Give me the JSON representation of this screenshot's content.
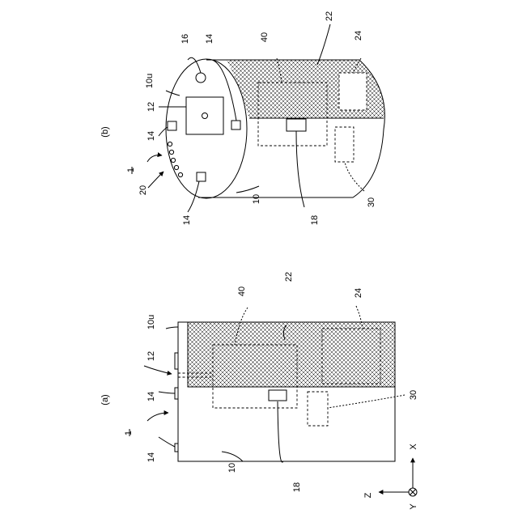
{
  "figure_a": {
    "panel_label": "(a)",
    "ref_1": "1",
    "ref_10": "10",
    "ref_10u": "10u",
    "ref_12": "12",
    "ref_14_top": "14",
    "ref_14_mid": "14",
    "ref_18": "18",
    "ref_22": "22",
    "ref_24": "24",
    "ref_30": "30",
    "ref_40": "40"
  },
  "figure_b": {
    "panel_label": "(b)",
    "ref_1": "1",
    "ref_10": "10",
    "ref_10u": "10u",
    "ref_12": "12",
    "ref_14_a": "14",
    "ref_14_b": "14",
    "ref_14_c": "14",
    "ref_16": "16",
    "ref_18": "18",
    "ref_20": "20",
    "ref_22": "22",
    "ref_24": "24",
    "ref_30": "30",
    "ref_40": "40"
  },
  "axes": {
    "x": "X",
    "y": "Y",
    "z": "Z"
  }
}
